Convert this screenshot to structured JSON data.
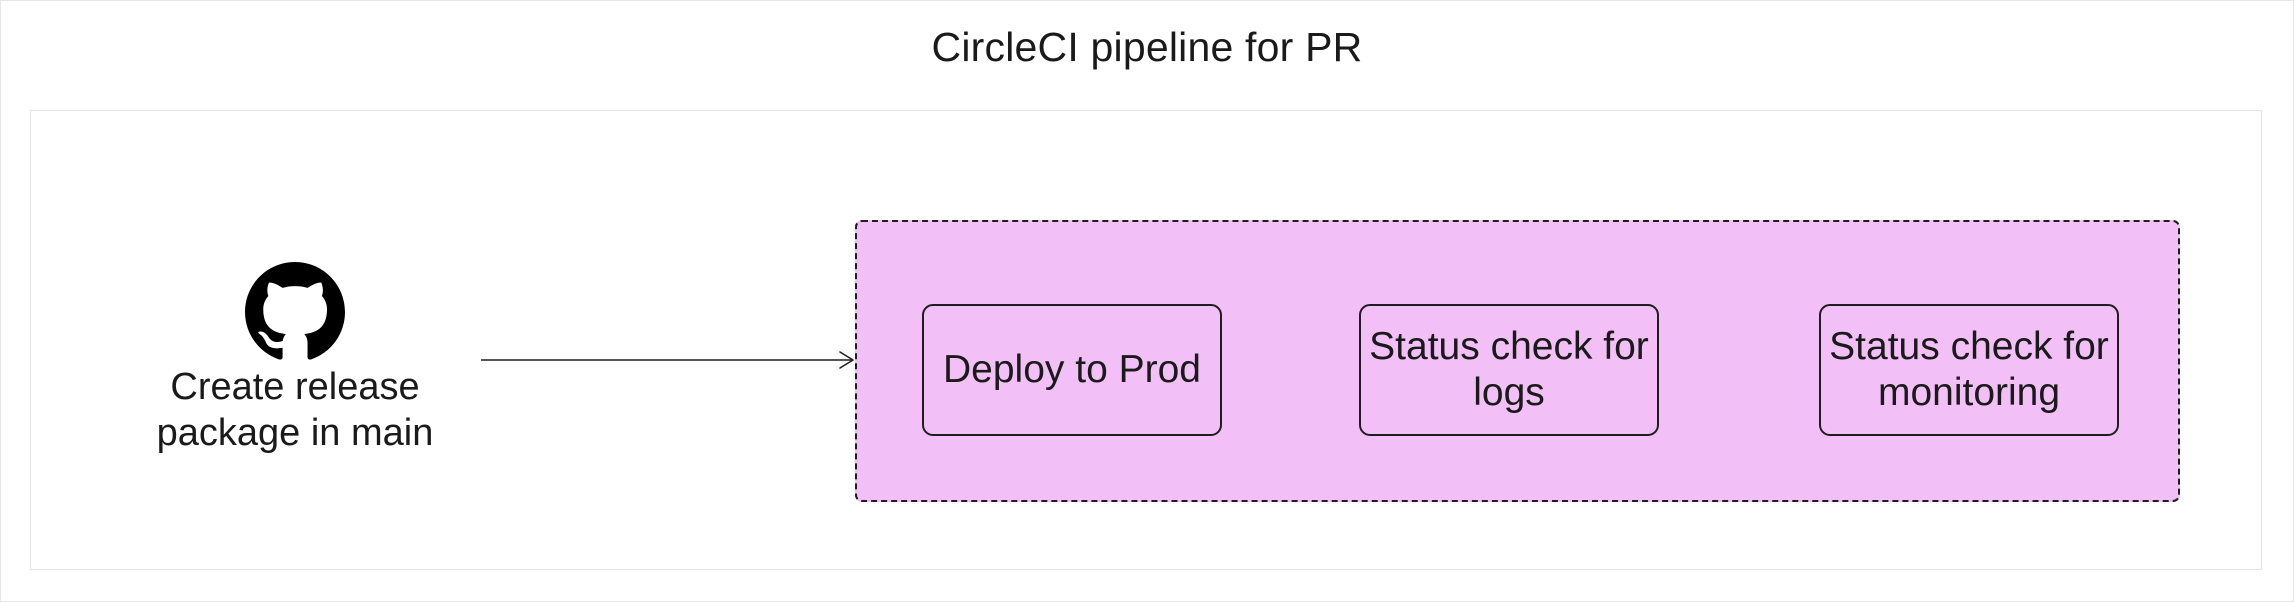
{
  "diagram": {
    "title": "CircleCI pipeline for PR",
    "source": {
      "icon": "github-icon",
      "label": "Create release package in main"
    },
    "stage_group_color": "#f2c0f6",
    "jobs": [
      {
        "label": "Deploy to Prod"
      },
      {
        "label": "Status check for logs"
      },
      {
        "label": "Status check for monitoring"
      }
    ],
    "edges": [
      {
        "from": "Create release package in main",
        "to": "stage-group"
      }
    ]
  }
}
